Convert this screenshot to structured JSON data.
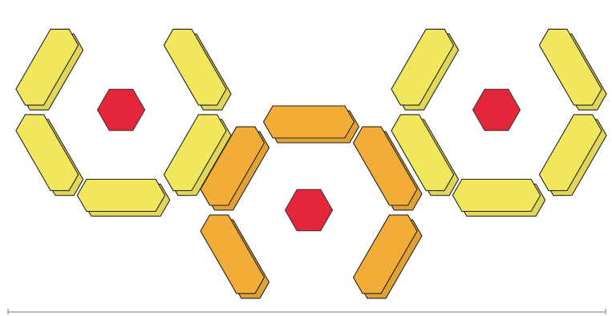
{
  "figure": {
    "kind": "hexagonal-ring-diagram",
    "rings": [
      {
        "name": "ring-left",
        "color": "#f1e75f",
        "segments": 5,
        "missing_side": "top",
        "center_marker": "red-hexagon"
      },
      {
        "name": "ring-middle",
        "color": "#f2ad38",
        "segments": 5,
        "missing_side": "bottom",
        "center_marker": "red-hexagon"
      },
      {
        "name": "ring-right",
        "color": "#f1e75f",
        "segments": 5,
        "missing_side": "top",
        "center_marker": "red-hexagon"
      }
    ],
    "center_marker_color": "#e3263a",
    "outline_color": "#222222",
    "baseline": true
  }
}
